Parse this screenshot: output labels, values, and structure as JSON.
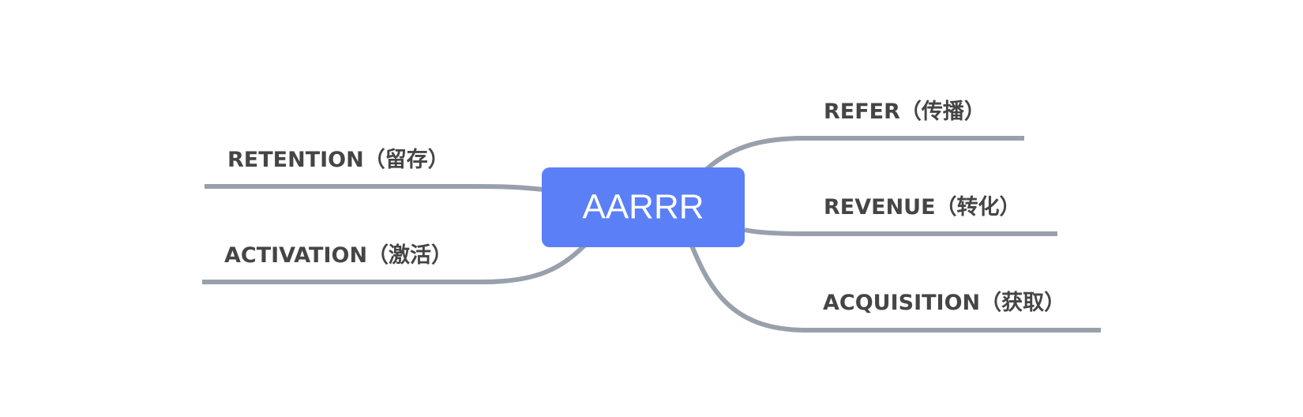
{
  "mindmap": {
    "central": {
      "label": "AARRR",
      "fill_color": "#5b7ff7",
      "text_color": "#ffffff"
    },
    "line_color": "#98a1ab",
    "text_color": "#454545",
    "branches": {
      "retention": {
        "label": "RETENTION（留存）"
      },
      "activation": {
        "label": "ACTIVATION（激活）"
      },
      "refer": {
        "label": "REFER（传播）"
      },
      "revenue": {
        "label": "REVENUE（转化）"
      },
      "acquisition": {
        "label": "ACQUISITION（获取）"
      }
    }
  }
}
